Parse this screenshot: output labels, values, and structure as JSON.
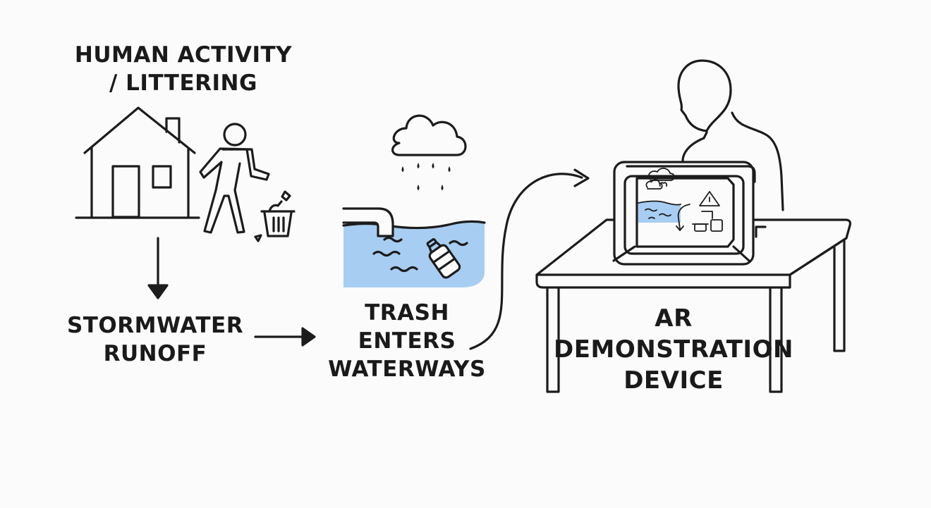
{
  "stages": {
    "human_activity": {
      "lines": [
        "HUMAN ACTIVITY",
        "/ LITTERING"
      ]
    },
    "stormwater": {
      "lines": [
        "STORMWATER",
        "RUNOFF"
      ]
    },
    "trash": {
      "lines": [
        "TRASH",
        "ENTERS",
        "WATERWAYS"
      ]
    },
    "ar_device": {
      "lines": [
        "AR",
        "DEMONSTRATION",
        "DEVICE"
      ]
    }
  },
  "colors": {
    "ink": "#1c1c1c",
    "water": "#a8cdf2",
    "background": "#fbfbfb"
  },
  "icons": [
    "house-icon",
    "walking-person-icon",
    "trash-can-icon",
    "rain-cloud-icon",
    "drain-pipe-icon",
    "water-icon",
    "bottle-icon",
    "seated-person-icon",
    "table-icon",
    "ar-device-icon"
  ]
}
